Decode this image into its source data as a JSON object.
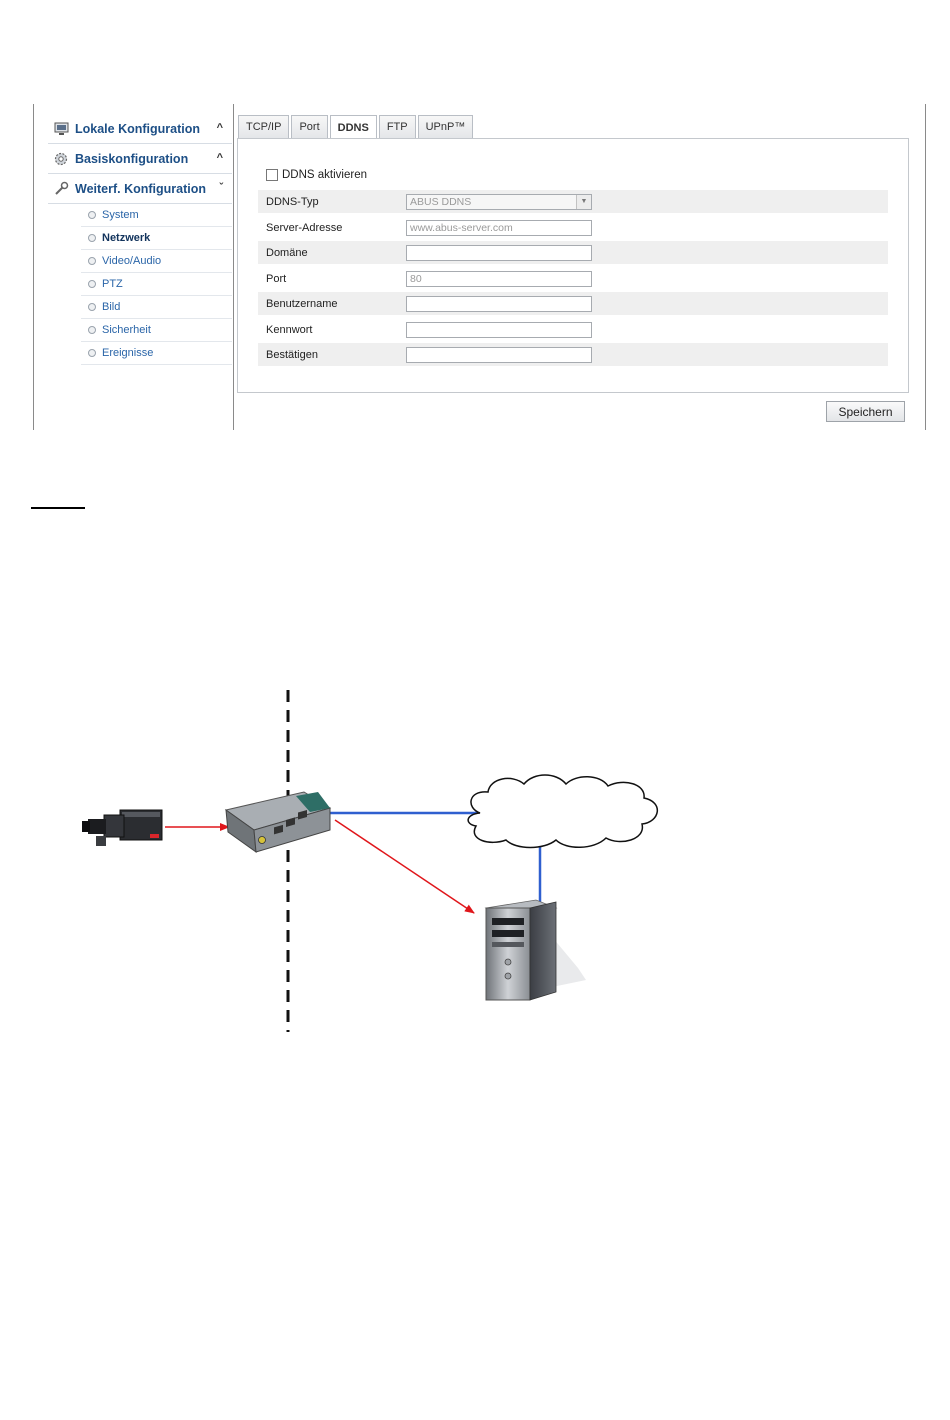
{
  "sidebar": {
    "sections": [
      {
        "label": "Lokale Konfiguration",
        "icon": "monitor-icon",
        "chevron": "^"
      },
      {
        "label": "Basiskonfiguration",
        "icon": "gear-icon",
        "chevron": "^"
      },
      {
        "label": "Weiterf. Konfiguration",
        "icon": "wrench-icon",
        "chevron": "ˇ"
      }
    ],
    "items": [
      "System",
      "Netzwerk",
      "Video/Audio",
      "PTZ",
      "Bild",
      "Sicherheit",
      "Ereignisse"
    ],
    "active_item": "Netzwerk"
  },
  "tabs": [
    "TCP/IP",
    "Port",
    "DDNS",
    "FTP",
    "UPnP™"
  ],
  "active_tab": "DDNS",
  "form": {
    "enable_label": "DDNS aktivieren",
    "enabled": false,
    "fields": [
      {
        "label": "DDNS-Typ",
        "value": "ABUS DDNS",
        "type": "select"
      },
      {
        "label": "Server-Adresse",
        "value": "www.abus-server.com",
        "type": "text"
      },
      {
        "label": "Domäne",
        "value": "",
        "type": "text"
      },
      {
        "label": "Port",
        "value": "80",
        "type": "text"
      },
      {
        "label": "Benutzername",
        "value": "",
        "type": "text"
      },
      {
        "label": "Kennwort",
        "value": "",
        "type": "password"
      },
      {
        "label": "Bestätigen",
        "value": "",
        "type": "password"
      }
    ]
  },
  "save_label": "Speichern",
  "diagram": {
    "nodes": [
      "ip-camera",
      "router",
      "internet-cloud",
      "ddns-server"
    ],
    "link_colors": {
      "local": "#e0161b",
      "internet": "#2f5fcf"
    }
  }
}
